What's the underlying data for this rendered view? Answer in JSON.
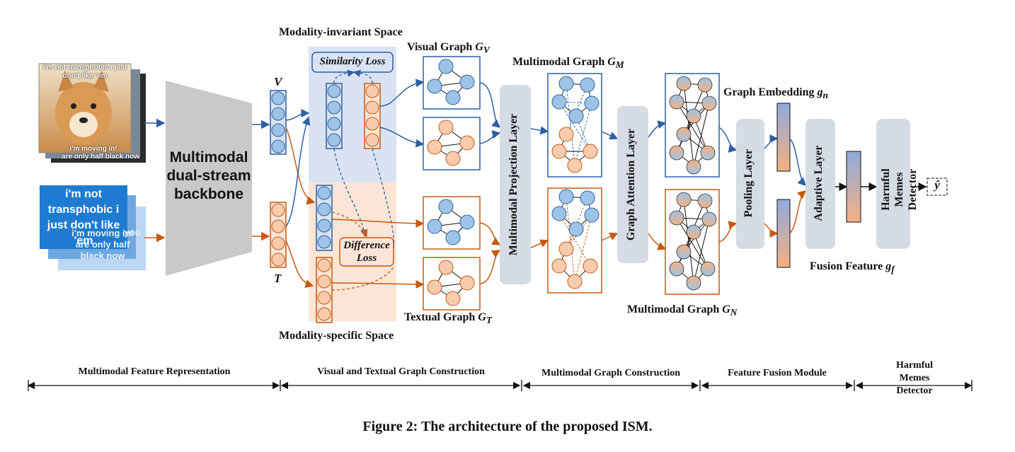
{
  "labels": {
    "backbone": [
      "Multimodal",
      "dual-stream",
      "backbone"
    ],
    "v": "V",
    "t": "T",
    "invariant_space": "Modality-invariant Space",
    "specific_space": "Modality-specific Space",
    "similarity_loss": "Similarity Loss",
    "difference_loss": [
      "Difference",
      "Loss"
    ],
    "visual_graph": "Visual Graph",
    "visual_graph_sym": "G",
    "visual_graph_sub": "V",
    "textual_graph": "Textual Graph",
    "textual_graph_sym": "G",
    "textual_graph_sub": "T",
    "multimodal_graph_m": "Multimodal Graph",
    "multimodal_graph_m_sym": "G",
    "multimodal_graph_m_sub": "M",
    "multimodal_graph_n": "Multimodal Graph",
    "multimodal_graph_n_sym": "G",
    "multimodal_graph_n_sub": "N",
    "projection_layer": "Multimodal Projection Layer",
    "attention_layer": "Graph Attention Layer",
    "pooling_layer": "Pooling Layer",
    "adaptive_layer": "Adaptive Layer",
    "detector": [
      "Harmful Memes",
      "Detector"
    ],
    "graph_embedding": "Graph Embedding",
    "graph_embedding_sym": "g",
    "graph_embedding_sub": "n",
    "fusion_feature": "Fusion Feature",
    "fusion_feature_sym": "g",
    "fusion_feature_sub": "f",
    "output": "ŷ"
  },
  "meme": {
    "image_top_text": "i'm not transphobic i just don't like 'em",
    "image_bottom_text_1": "i'm moving in!",
    "image_bottom_text_2": "are only half black now",
    "text_card_main": [
      "i'm not",
      "transphobic i",
      "just don't like",
      "'em"
    ],
    "text_card_back": [
      "i'm moving in!",
      "are only half",
      "black now"
    ],
    "text_card_back_mid": "you"
  },
  "stages": [
    {
      "label": "Multimodal Feature Representation"
    },
    {
      "label": "Visual and Textual Graph Construction"
    },
    {
      "label": "Multimodal Graph Construction"
    },
    {
      "label": "Feature Fusion Module"
    },
    {
      "label": "Harmful Memes Detector"
    }
  ],
  "caption": "Figure 2: The architecture of the proposed ISM.",
  "colors": {
    "blue_node": "#9dc3e6",
    "blue_stroke": "#2e5fa3",
    "orange_node": "#f8cbad",
    "orange_stroke": "#c55a11",
    "layer_fill": "#d6dce5",
    "invariant_bg": "#dae3f3",
    "specific_bg": "#fbe5d6",
    "backbone_fill": "#c9c9c9",
    "text_card": "#1f7bd1"
  }
}
